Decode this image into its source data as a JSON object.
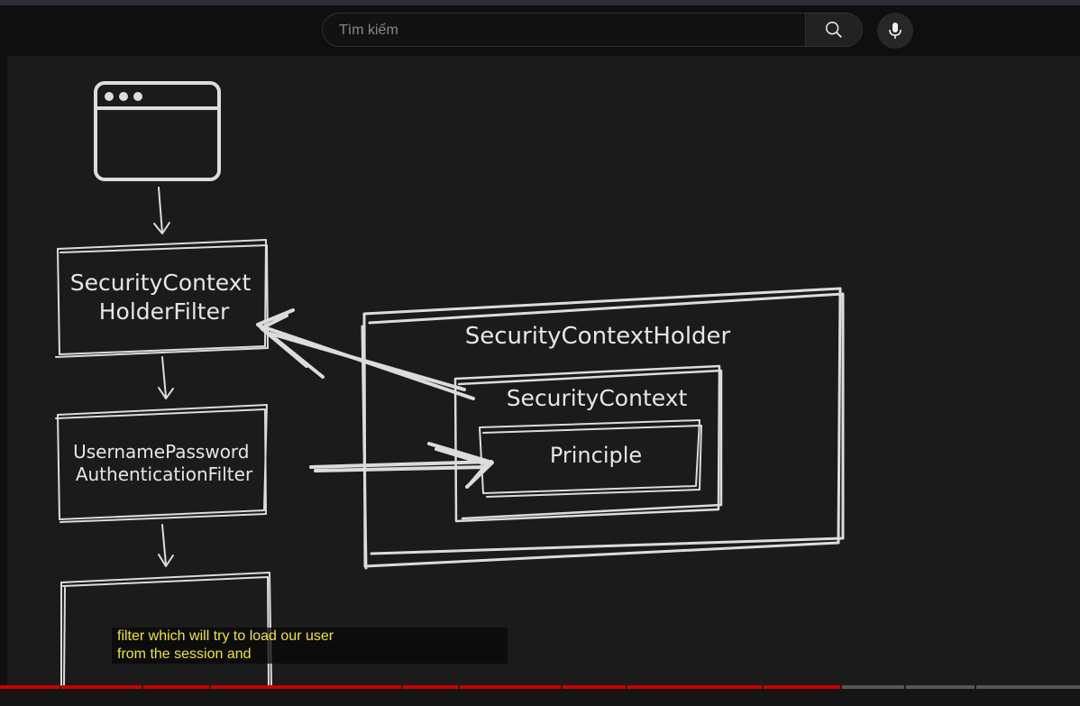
{
  "search": {
    "placeholder": "Tìm kiếm",
    "value": ""
  },
  "icons": {
    "search": "search-icon",
    "mic": "microphone-icon"
  },
  "video": {
    "diagram": {
      "browser_icon": "browser-window-icon",
      "filters": [
        {
          "label": "SecurityContext\nHolderFilter"
        },
        {
          "label": "UsernamePassword\nAuthenticationFilter"
        }
      ],
      "holder_label": "SecurityContextHolder",
      "context_label": "SecurityContext",
      "principle_label": "Principle"
    },
    "subtitle_lines": [
      "filter which will try to load our user",
      "from the session and"
    ],
    "progress": {
      "played_fraction": 0.778
    }
  },
  "colors": {
    "accent": "#cc0000",
    "caption": "#f1e43a",
    "stroke": "#dcdcdc",
    "background": "#1b1b1b"
  }
}
